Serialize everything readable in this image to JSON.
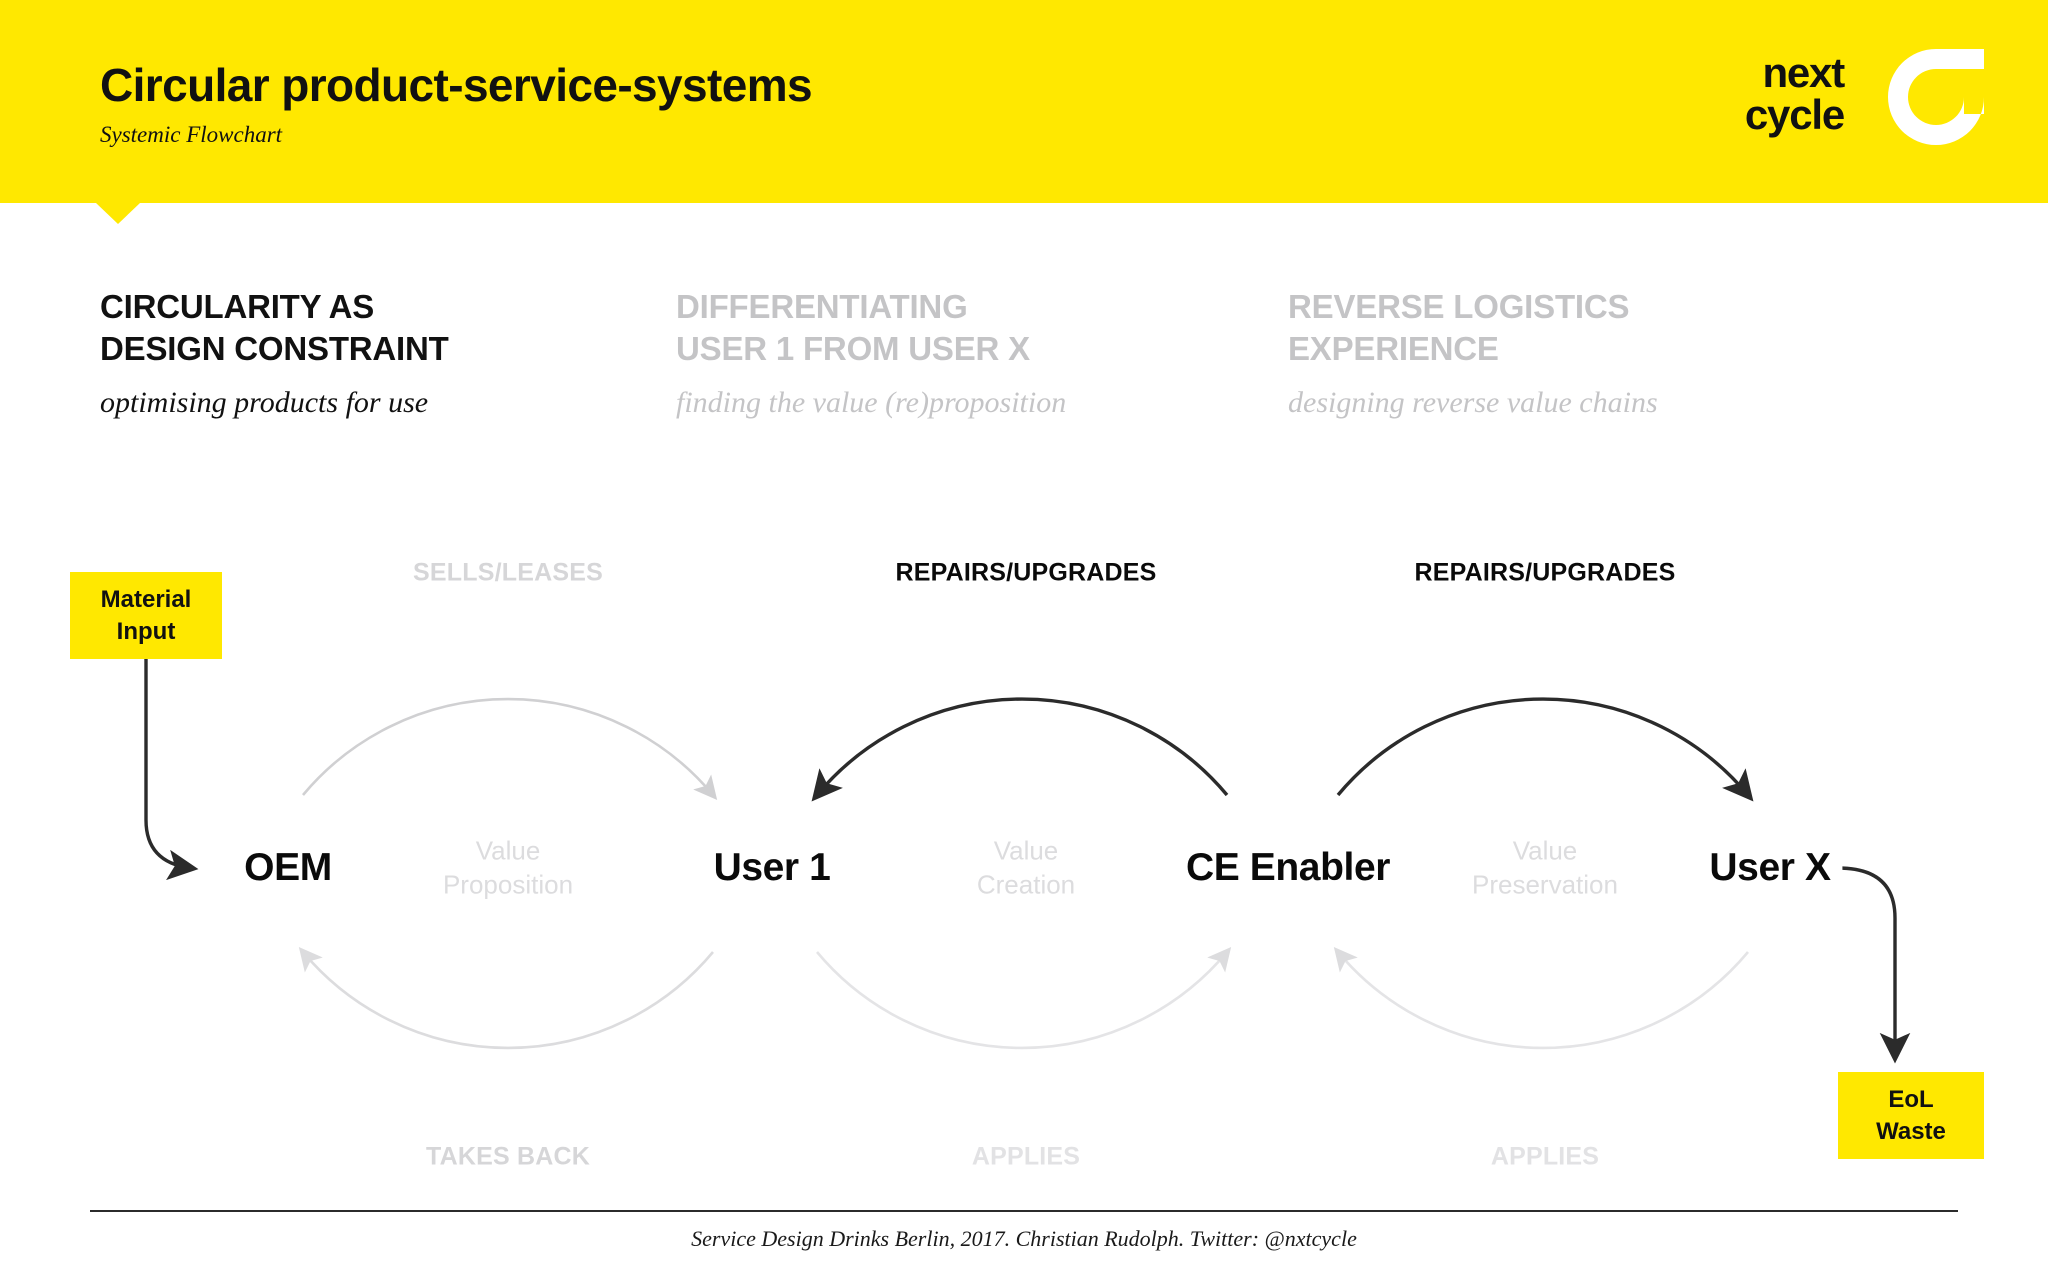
{
  "header": {
    "title": "Circular product-service-systems",
    "subtitle": "Systemic Flowchart",
    "brand_line1": "next",
    "brand_line2": "cycle",
    "background_color": "#FFE800",
    "logo_color": "#FFFFFF"
  },
  "columns": [
    {
      "heading_line1": "CIRCULARITY AS",
      "heading_line2": "DESIGN CONSTRAINT",
      "subtitle": "optimising products for use",
      "color": "#111111"
    },
    {
      "heading_line1": "DIFFERENTIATING",
      "heading_line2": "USER 1 FROM USER X",
      "subtitle": "finding the value (re)proposition",
      "color": "#C4C4C6"
    },
    {
      "heading_line1": "REVERSE LOGISTICS",
      "heading_line2": "EXPERIENCE",
      "subtitle": "designing reverse value chains",
      "color": "#C4C4C6"
    }
  ],
  "diagram": {
    "nodes": [
      {
        "label": "OEM"
      },
      {
        "label": "User 1"
      },
      {
        "label": "CE Enabler"
      },
      {
        "label": "User X"
      }
    ],
    "chips": [
      {
        "line1": "Material",
        "line2": "Input",
        "color": "#FFE800"
      },
      {
        "line1": "EoL",
        "line2": "Waste",
        "color": "#FFE800"
      }
    ],
    "loops": [
      {
        "top_label": "SELLS/LEASES",
        "bottom_label": "TAKES BACK",
        "center_line1": "Value",
        "center_line2": "Proposition",
        "top_arc_color": "#D0D0D2",
        "bottom_arc_color": "#DCDCDE",
        "emphasis": "muted"
      },
      {
        "top_label": "REPAIRS/UPGRADES",
        "bottom_label": "APPLIES",
        "center_line1": "Value",
        "center_line2": "Creation",
        "top_arc_color": "#2B2B2B",
        "bottom_arc_color": "#E4E4E6",
        "emphasis": "highlighted"
      },
      {
        "top_label": "REPAIRS/UPGRADES",
        "bottom_label": "APPLIES",
        "center_line1": "Value",
        "center_line2": "Preservation",
        "top_arc_color": "#2B2B2B",
        "bottom_arc_color": "#E4E4E6",
        "emphasis": "highlighted"
      }
    ]
  },
  "footer": {
    "credit": "Service Design Drinks Berlin, 2017. Christian Rudolph. Twitter: @nxtcycle"
  }
}
